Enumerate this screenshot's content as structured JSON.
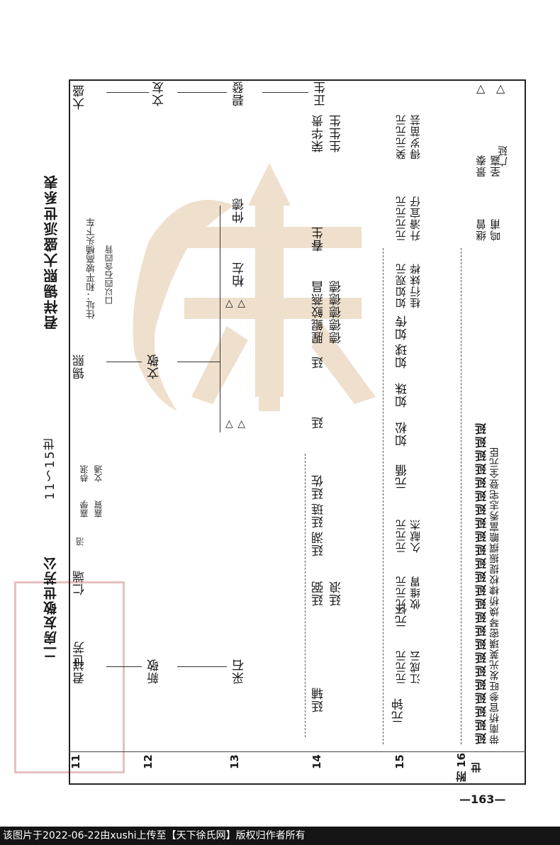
{
  "page": {
    "title_left": "二房友敬世芳公",
    "title_mid": "11～15世",
    "title_right": "君祥锡熙大盛派世系表",
    "page_number": "—163—",
    "footer": "该图片于2022-06-22由xushi上传至【天下徐氏网】版权归作者所有"
  },
  "generations": {
    "g11": "11",
    "g12": "12",
    "g13": "13",
    "g14": "14",
    "g15": "15",
    "g16": "附 16 世"
  },
  "top_row": {
    "gen11_names": [
      "世芳",
      "仁端",
      "涪",
      "嘉學",
      "嘉賀",
      "恭泯",
      "文通"
    ],
    "ancestor1": "君祥",
    "ancestor1_son": "新敬",
    "ancestor2": "锡熙",
    "ancestor2_son": "文敬",
    "residence": "住址：和平坡高桶头下车",
    "residence2": "口以四石含四背",
    "right_top": [
      "大盛",
      "文友",
      "碧發",
      "正生"
    ]
  },
  "gen13": {
    "left": "采石",
    "mid": [
      "仲德",
      "柏左"
    ]
  },
  "gen14": {
    "left_branch": [
      "廷辅"
    ],
    "mid_branch": [
      "廷弼",
      "廷浪",
      "廷湖",
      "廷琏",
      "廷佐"
    ],
    "right_branch": [
      "廷",
      "廷",
      "腥鲲鲛燕昌",
      "德德德德德",
      "春生",
      "荣华贵",
      "生生生"
    ]
  },
  "gen15": {
    "names": [
      "元钟",
      "元江",
      "元成",
      "元云",
      "元怀",
      "元攸",
      "元维",
      "元胃",
      "元久",
      "元献",
      "元杰",
      "元循",
      "如松",
      "如珠",
      "如球",
      "如传",
      "如桂",
      "如行",
      "如妹",
      "如观",
      "元升",
      "元濬",
      "元宜",
      "元仔",
      "元桂",
      "元芸",
      "元苗",
      "元岁",
      "元得",
      "元癸"
    ]
  },
  "gen16": {
    "row1": "延延延延延延延延延延延延延延延延延延延延延延延延",
    "row2": "带南桥官参旺发光荚璜密琴焕桥棣校提振撰瞻富秀志宅登全元臣",
    "row3": [
      "继曾",
      "鸣甫",
      "景泰",
      "圣嘉",
      "景昭",
      "广延",
      "辉元"
    ],
    "triangles": [
      "△",
      "△"
    ]
  }
}
